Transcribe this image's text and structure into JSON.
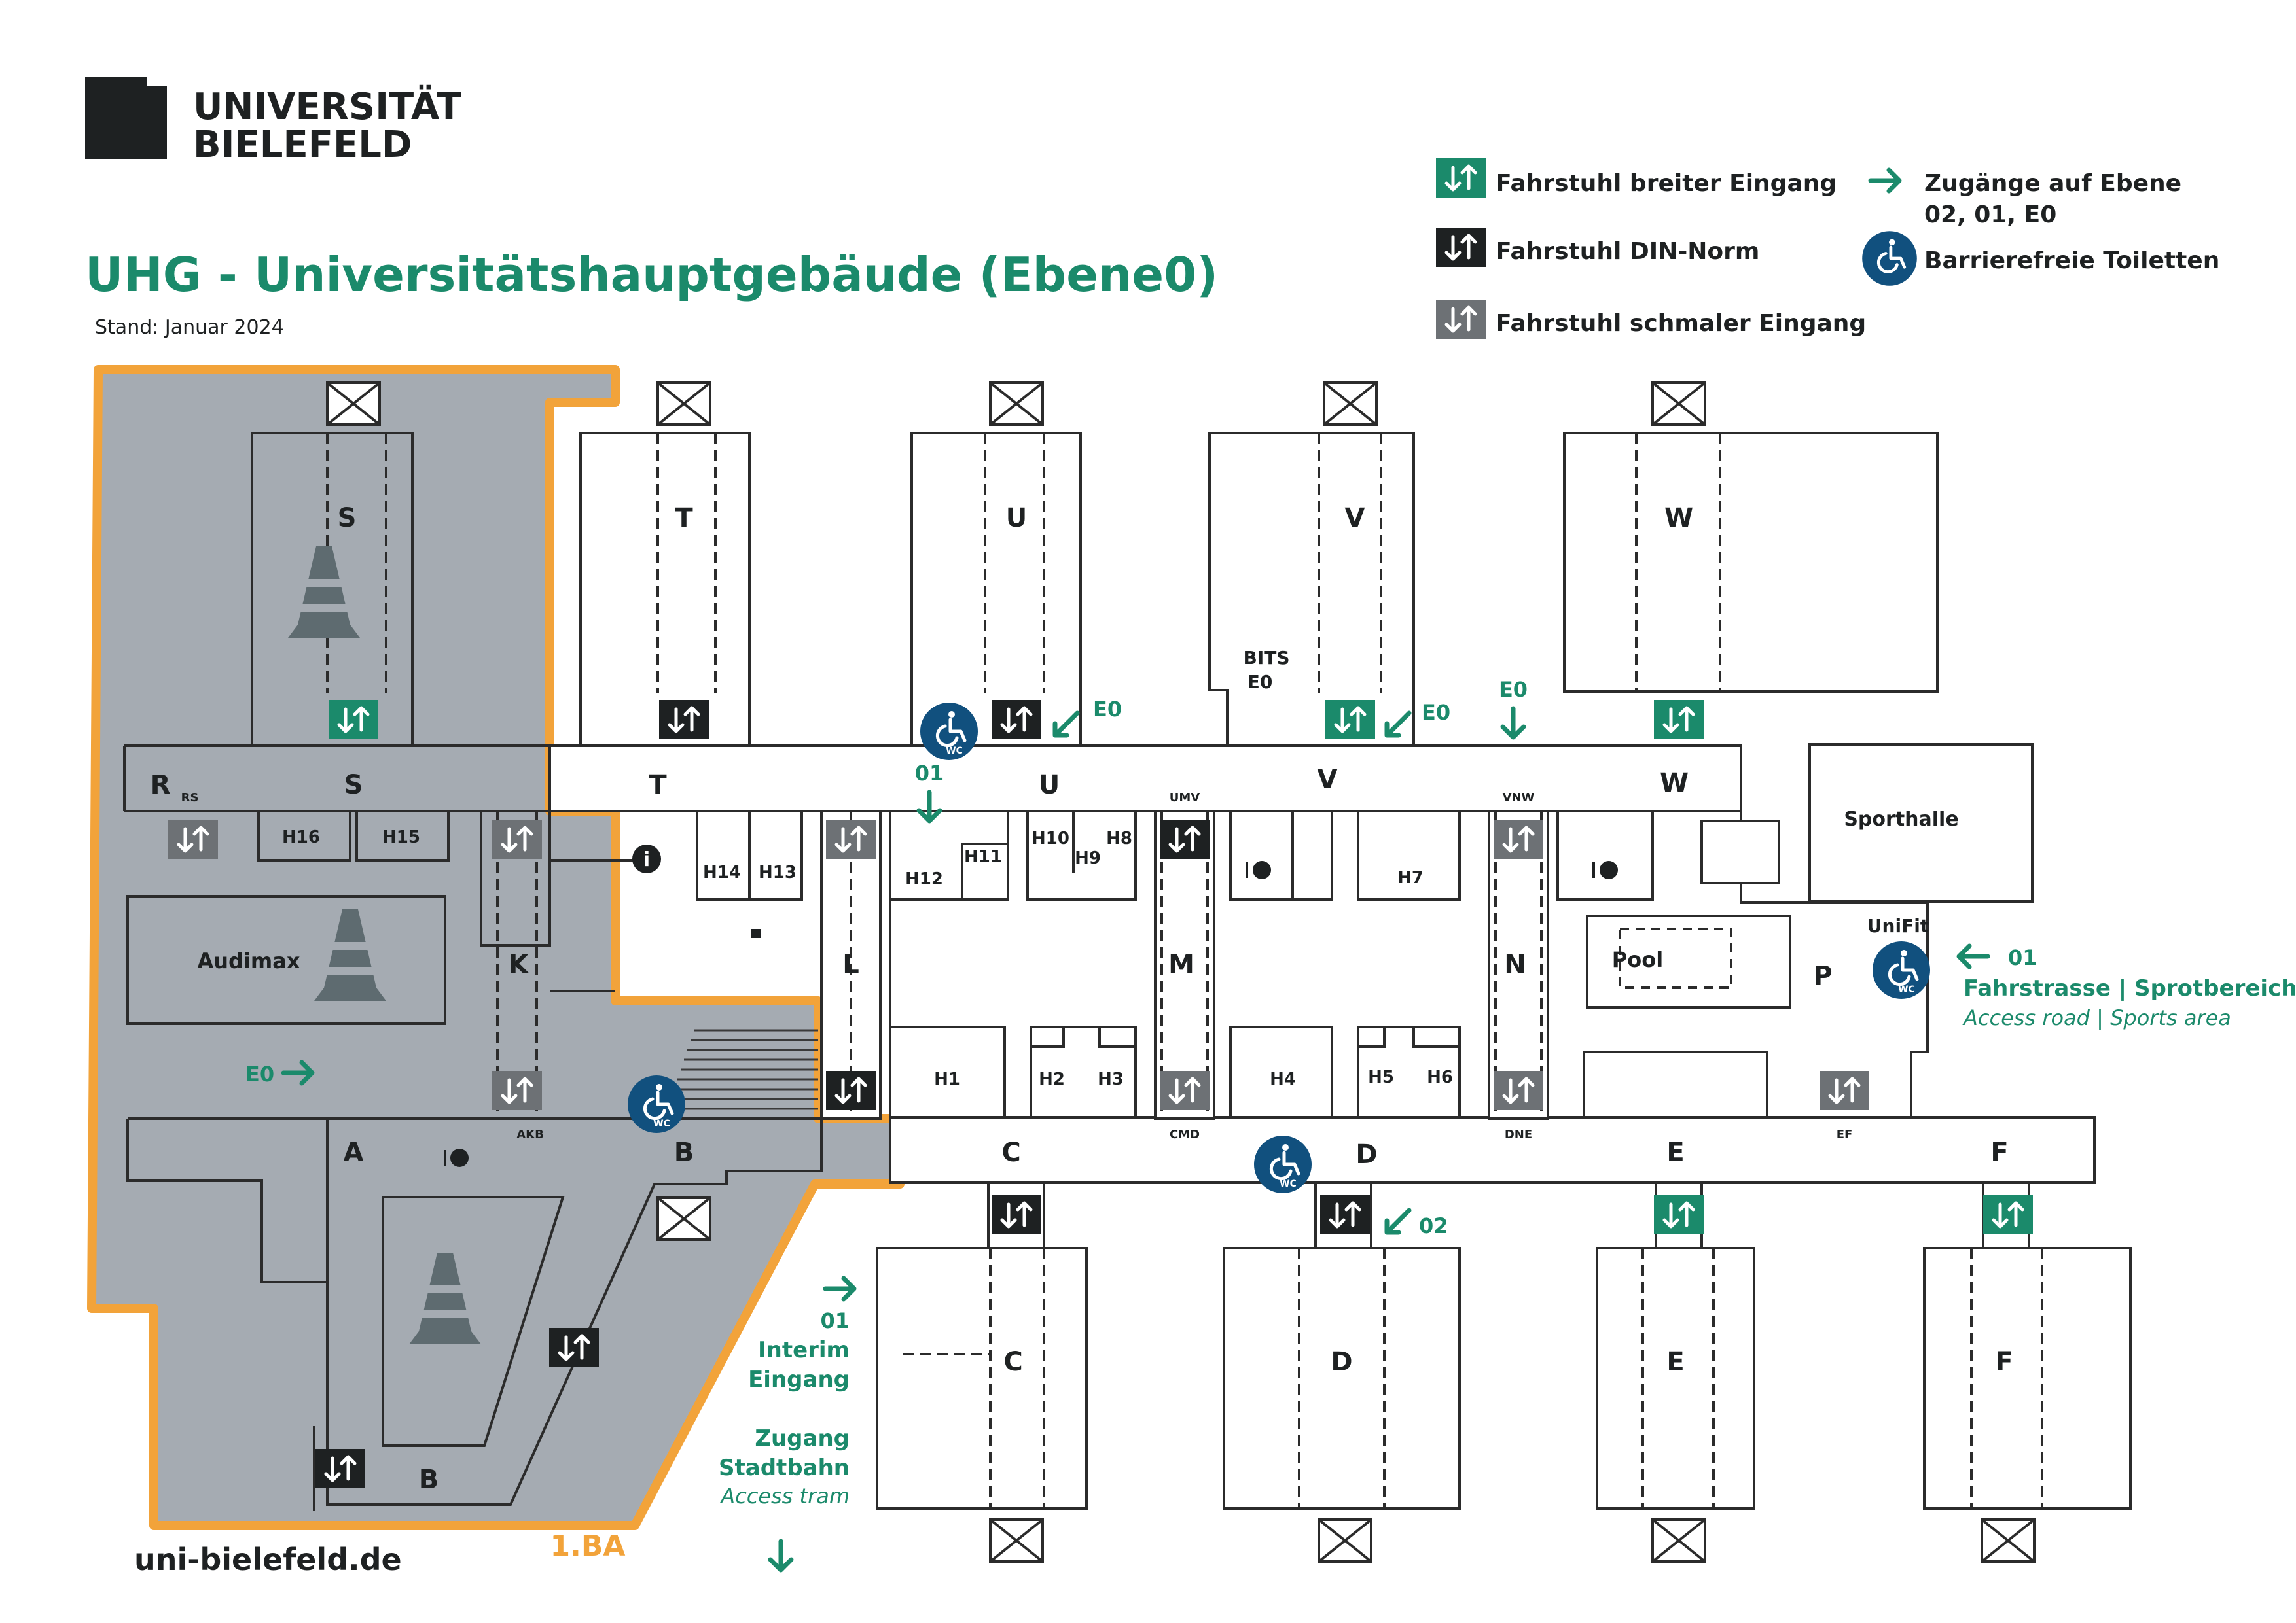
{
  "header": {
    "logo_line1": "UNIVERSITÄT",
    "logo_line2": "BIELEFELD",
    "title": "UHG - Universitätshauptgebäude (Ebene0)",
    "date": "Stand: Januar 2024",
    "footer_url": "uni-bielefeld.de"
  },
  "legend": {
    "elevator_wide": "Fahrstuhl breiter Eingang",
    "elevator_din": "Fahrstuhl DIN-Norm",
    "elevator_narrow": "Fahrstuhl schmaler Eingang",
    "access_line1": "Zugänge auf Ebene",
    "access_line2": "02, 01, E0",
    "toilets": "Barrierefreie Toiletten"
  },
  "colors": {
    "green": "#1b8a6b",
    "dark": "#1e2122",
    "grey_elev": "#6d7175",
    "area_fill": "#a5abb2",
    "orange": "#f2a33a",
    "wc_blue": "#11507e",
    "line": "#2b2b2b"
  },
  "wings": {
    "S": "S",
    "T": "T",
    "U": "U",
    "V": "V",
    "W": "W",
    "C": "C",
    "D": "D",
    "E": "E",
    "F": "F"
  },
  "corridor": {
    "R": "R",
    "RS": "RS",
    "S": "S",
    "T": "T",
    "U": "U",
    "V": "V",
    "W": "W",
    "A": "A",
    "AKB": "AKB",
    "B": "B",
    "C": "C",
    "CMD": "CMD",
    "D": "D",
    "DNE": "DNE",
    "E": "E",
    "EF": "EF",
    "F": "F",
    "UMV": "UMV",
    "VNW": "VNW"
  },
  "halls": [
    "H1",
    "H2",
    "H3",
    "H4",
    "H5",
    "H6",
    "H7",
    "H8",
    "H9",
    "H10",
    "H11",
    "H12",
    "H13",
    "H14",
    "H15",
    "H16"
  ],
  "areas": {
    "audimax": "Audimax",
    "K": "K",
    "L": "L",
    "M": "M",
    "N": "N",
    "P": "P",
    "B": "B",
    "pool": "Pool",
    "sporthalle": "Sporthalle",
    "unifit": "UniFit",
    "bits_1": "BITS",
    "bits_2": "E0",
    "phase": "1.BA"
  },
  "access": {
    "e0_u": "E0",
    "e0_v": "E0",
    "e0_vn": "E0",
    "e0_k": "E0",
    "l01_u": "01",
    "l01_p": "01",
    "l01_c": "01",
    "l02_d": "02",
    "interim_1": "Interim",
    "interim_2": "Eingang",
    "tram_1": "Zugang",
    "tram_2": "Stadtbahn",
    "tram_en": "Access tram",
    "road_de": "Fahrstrasse | Sprotbereich",
    "road_en": "Access road | Sports area"
  },
  "icons": {
    "wc": "WC",
    "info": "i"
  }
}
